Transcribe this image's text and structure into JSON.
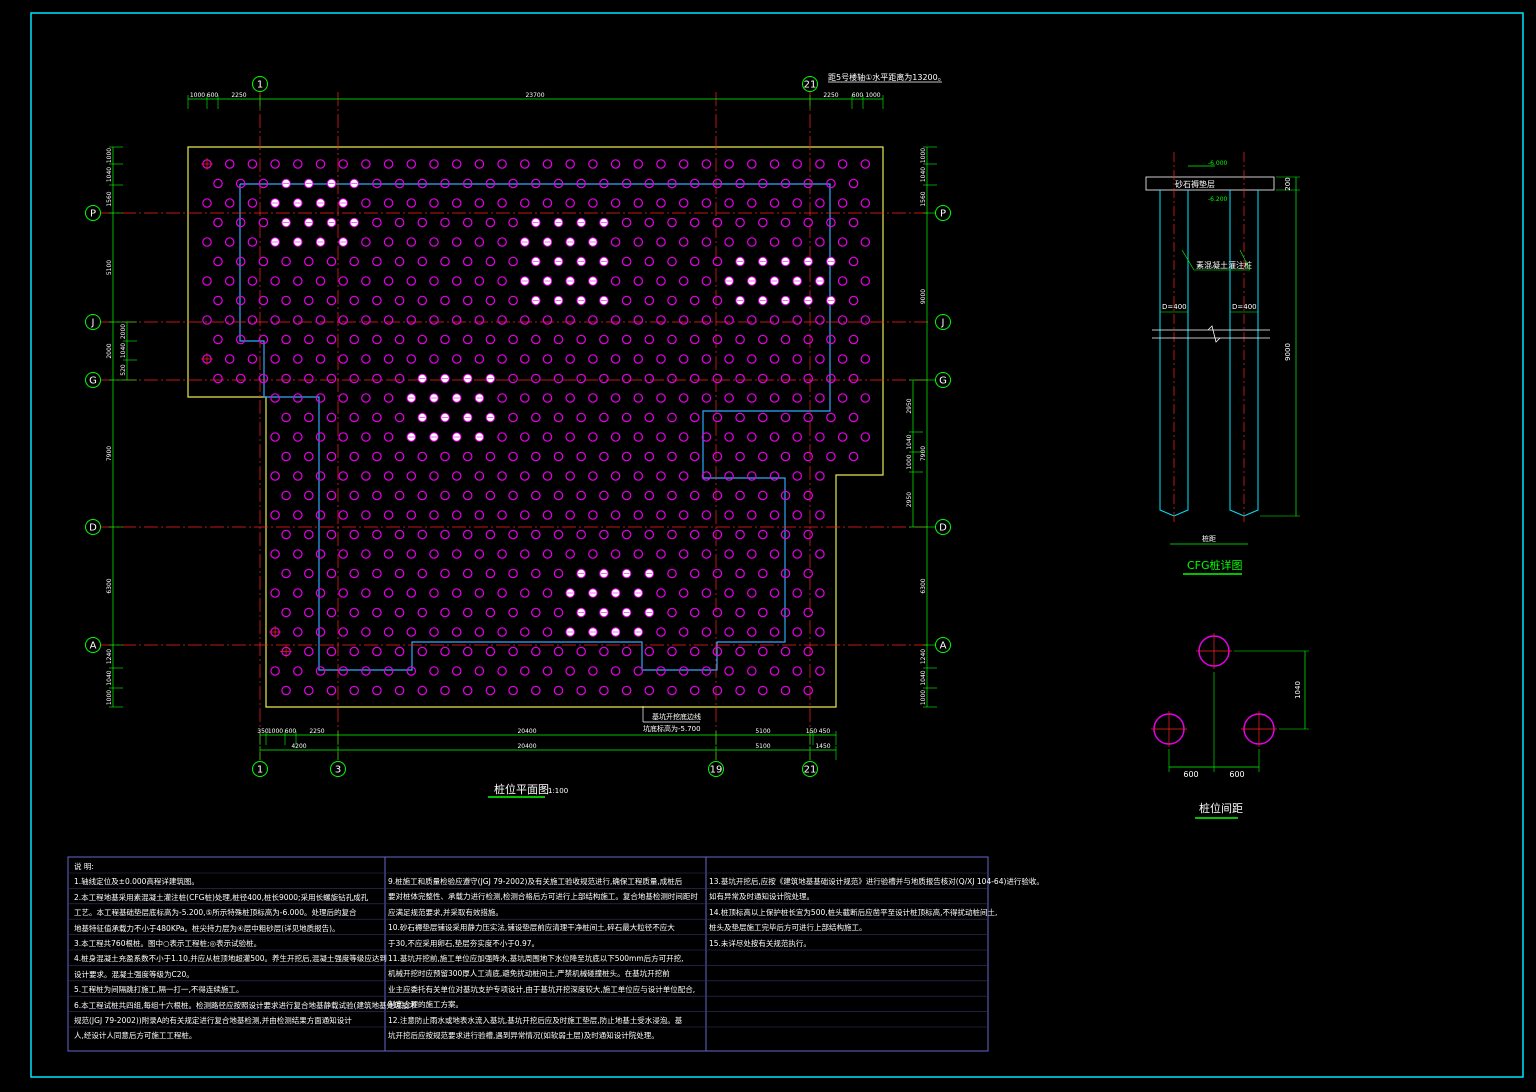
{
  "colors": {
    "frame": "#00e5ff",
    "pile": "#e600e6",
    "test_pile": "#ffffff",
    "axis": "#ff2020",
    "dim": "#00ff00",
    "boundary": "#ffff66",
    "excavation": "#2fa8ff",
    "text": "#ffffff",
    "highlight": "#00ff00"
  },
  "plan": {
    "title": "桩位平面图",
    "scale": "1:100",
    "top_note": "距5号楼轴①水平距离为13200。",
    "bottom_note_1": "基坑开挖底边线",
    "bottom_note_2": "坑底标高为-5.700",
    "axes_top": [
      "1",
      "21"
    ],
    "axes_bottom": [
      "1",
      "3",
      "19",
      "21"
    ],
    "axes_side": [
      "P",
      "J",
      "G",
      "D",
      "A"
    ],
    "dims_top": [
      "1000",
      "600",
      "2250",
      "23700",
      "2250",
      "600",
      "1000"
    ],
    "dims_bottom": [
      "350",
      "1000",
      "600",
      "2250",
      "4200",
      "20400",
      "5100",
      "150",
      "450",
      "1450"
    ],
    "dims_left": [
      "1000",
      "1040",
      "1560",
      "5100",
      "2000",
      "1040",
      "7900",
      "6300",
      "1240",
      "1040",
      "1000"
    ],
    "dims_right": [
      "1000",
      "1040",
      "1560",
      "9000",
      "2950",
      "1040",
      "7900",
      "1000",
      "2950",
      "6300",
      "1240",
      "1040",
      "1000"
    ],
    "dims_left_small": [
      "2000",
      "1040",
      "520",
      "520"
    ]
  },
  "detail": {
    "title": "CFG桩详图",
    "cushion": "砂石褥垫层",
    "level_top": "-6.000",
    "level_bottom": "-6.200",
    "pile_label": "素混凝土灌注桩",
    "d1": "D=400",
    "d2": "D=400",
    "length": "9000",
    "cushion_h": "200",
    "spacing_label": "桩距"
  },
  "spacing": {
    "title": "桩位间距",
    "d1": "600",
    "d2": "600",
    "h": "1040"
  },
  "notes": {
    "header": "说  明:",
    "col1": [
      "1.轴线定位及±0.000高程详建筑图。",
      "2.本工程地基采用素混凝土灌注桩(CFG桩)处理,桩径400,桩长9000;采用长螺旋钻孔成孔",
      "  工艺。本工程基础垫层底标高为-5.200,⑤所示特殊桩顶标高为-6.000。处理后的复合",
      "  地基特征值承载力不小于480KPa。桩尖持力层为④层中粗砂层(详见地质报告)。",
      "3.本工程共760根桩。图中○表示工程桩;◎表示试验桩。",
      "4.桩身混凝土充盈系数不小于1.10,并应从桩顶地超灌500。养生开挖后,混凝土强度等级应达到",
      "  设计要求。混凝土强度等级为C20。",
      "5.工程桩为间隔跳打施工,隔一打一,不得连续施工。",
      "6.本工程试桩共四组,每组十六根桩。检测路径应按照设计要求进行复合地基静载试验(建筑地基处理技术",
      "  规范(JGJ 79-2002))附录A的有关规定进行复合地基检测,并由检测结果方面通知设计",
      "  人,经设计人同意后方可施工工程桩。"
    ],
    "col2": [
      "9.桩施工和质量检验应遵守(JGJ 79-2002)及有关施工验收规范进行,确保工程质量,成桩后",
      "  要对桩体完整性、承载力进行检测,检测合格后方可进行上部结构施工。复合地基检测时间距时",
      "  应满足规范要求,并采取有效措施。",
      "10.砂石褥垫层铺设采用静力压实法,铺设垫层前应清理干净桩间土,碎石最大粒径不应大",
      "  于30,不应采用卵石,垫层夯实度不小于0.97。",
      "11.基坑开挖前,施工单位应加强降水,基坑周围地下水位降至坑底以下500mm后方可开挖,",
      "  机械开挖时应预留300厚人工清底,避免扰动桩间土,严禁机械碰撞桩头。在基坑开挖前",
      "  业主应委托有关单位对基坑支护专项设计,由于基坑开挖深度较大,施工单位应与设计单位配合,",
      "  制定合理的施工方案。",
      "12.注意防止雨水或地表水流入基坑,基坑开挖后应及时施工垫层,防止地基土受水浸泡。基",
      "  坑开挖后应按规范要求进行验槽,遇到异常情况(如软弱土层)及时通知设计院处理。"
    ],
    "col3": [
      "13.基坑开挖后,应按《建筑地基基础设计规范》进行验槽并与地质报告核对(Q/XJ 104-64)进行验收。",
      "  如有异常及时通知设计院处理。",
      "14.桩顶标高以上保护桩长宜为500,桩头截断后应凿平至设计桩顶标高,不得扰动桩间土,",
      "  桩头及垫层施工完毕后方可进行上部结构施工。",
      "15.未详尽处按有关规范执行。"
    ]
  }
}
